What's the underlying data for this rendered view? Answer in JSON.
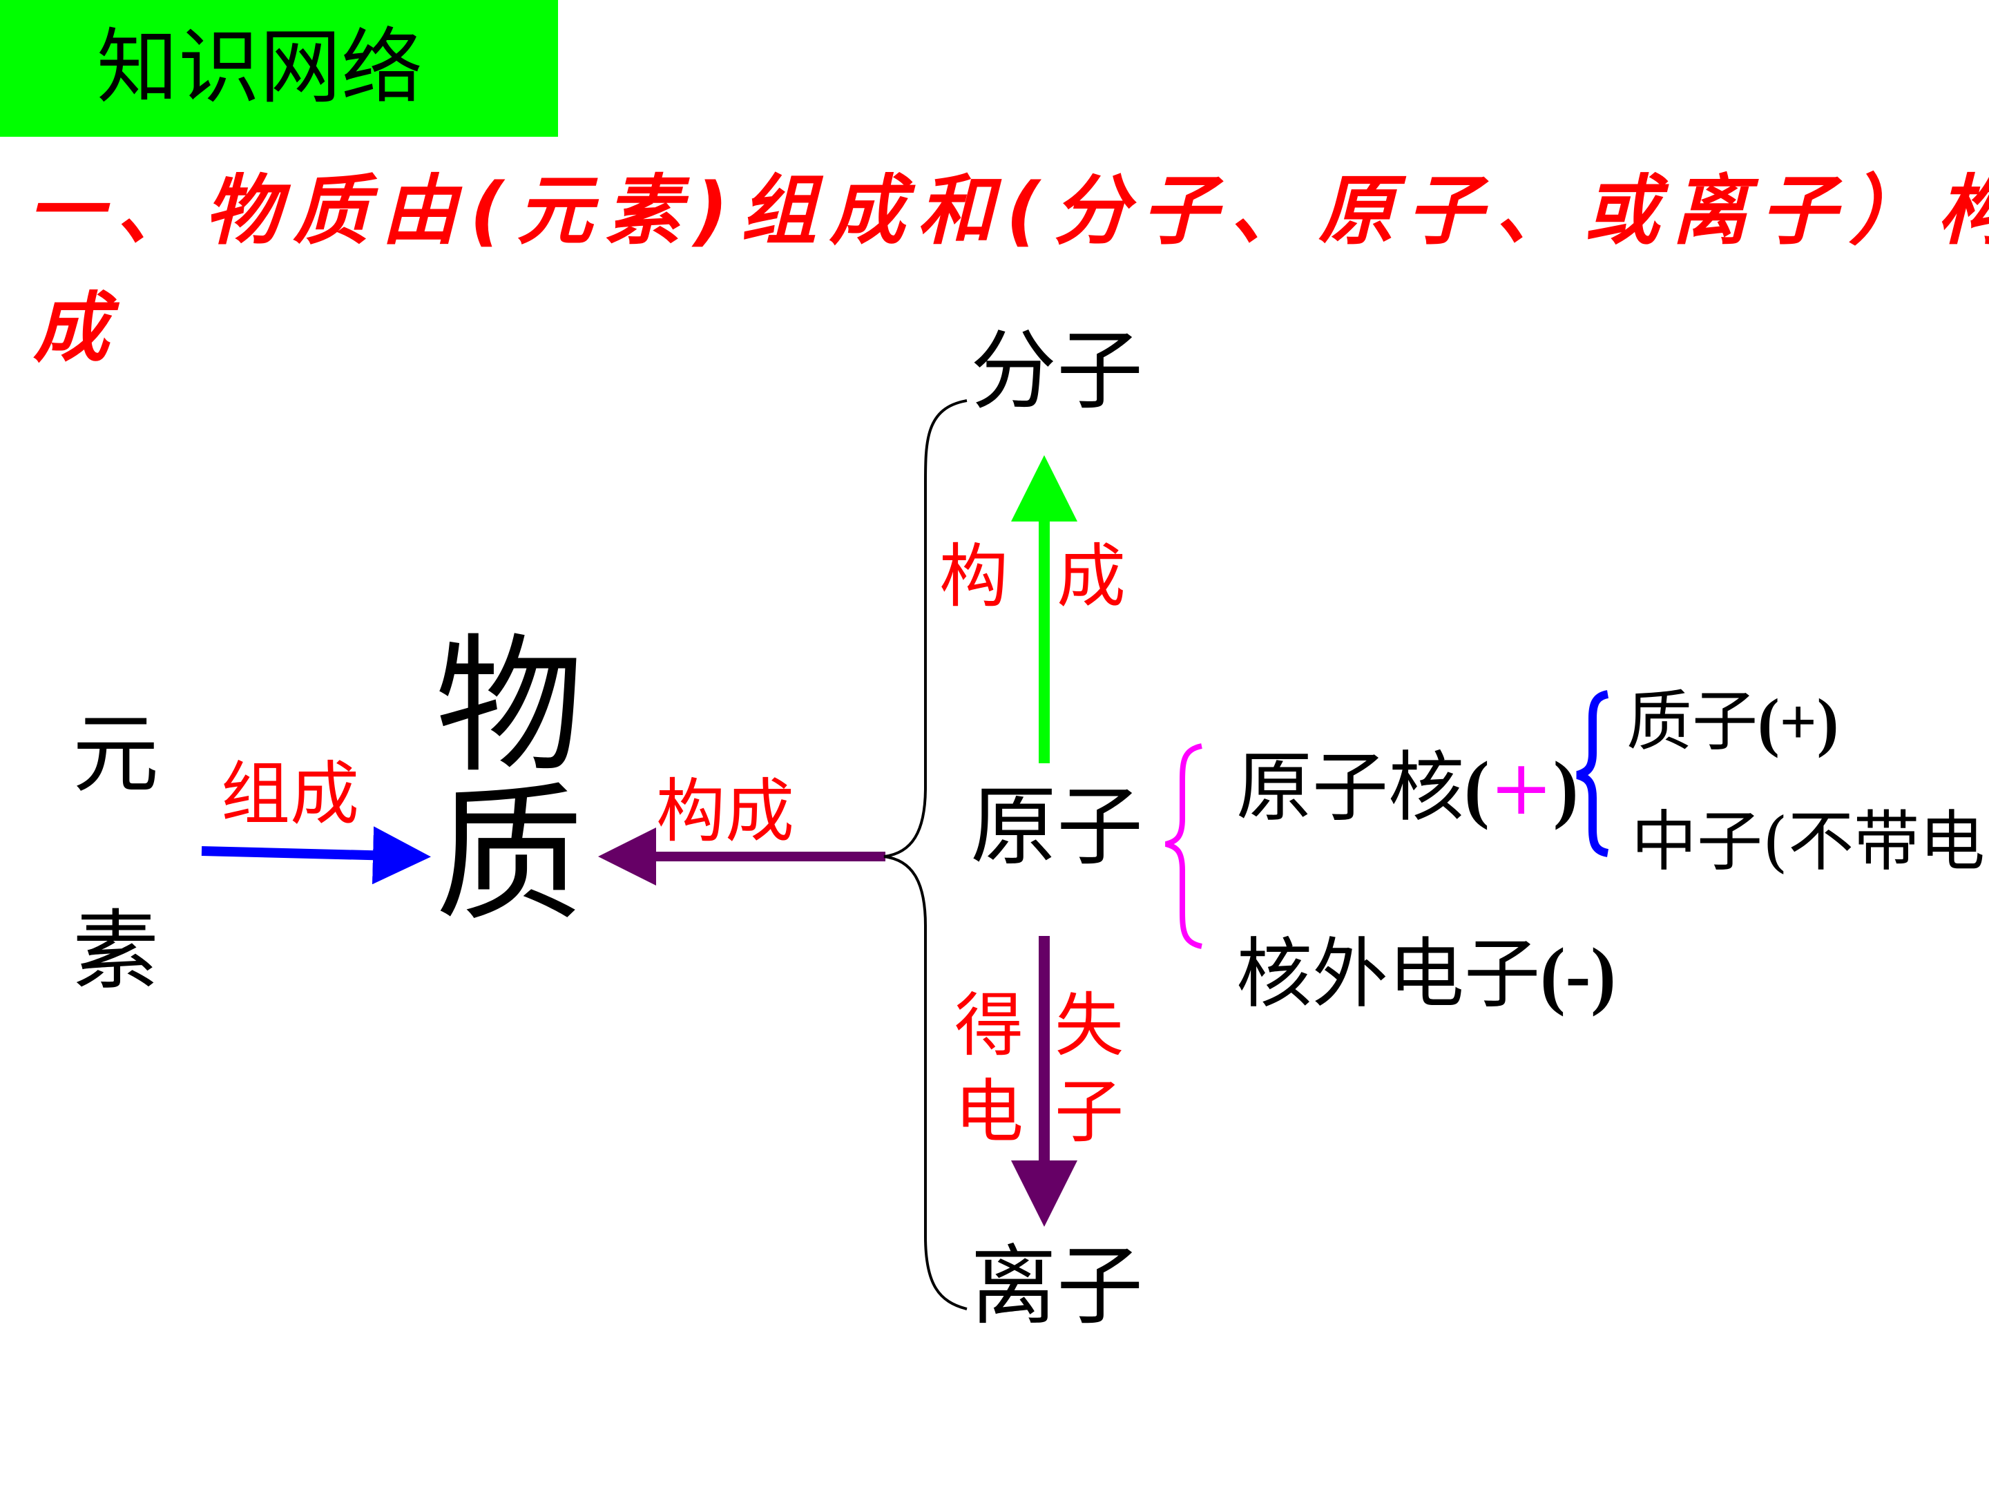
{
  "title": "知识网络",
  "heading_line1": "一、物质由(元素)组成和(分子、原子、或离子）构",
  "heading_line2": "成",
  "nodes": {
    "element_char1": "元",
    "element_char2": "素",
    "matter_char1": "物",
    "matter_char2": "质",
    "molecule": "分子",
    "atom": "原子",
    "ion": "离子",
    "nucleus": "原子核",
    "nucleus_open": "(",
    "nucleus_sign": "+",
    "nucleus_close": ")",
    "electron": "核外电子",
    "electron_charge": "(-)",
    "proton": "质子",
    "proton_charge": "(+)",
    "neutron": "中子(不带电"
  },
  "edge_labels": {
    "compose": "组成",
    "constitute_left": "构成",
    "constitute_up_1": "构",
    "constitute_up_2": "成",
    "gain_1": "得",
    "gain_2": "电",
    "lose_1": "失",
    "lose_2": "子"
  },
  "colors": {
    "title_bg": "#00ff00",
    "heading": "#ff0000",
    "arrow_compose": "#0000ff",
    "arrow_constitute": "#660066",
    "arrow_up": "#00ff00",
    "arrow_down": "#660066",
    "brace_atom": "#ff00ff",
    "brace_nucleus": "#0000ff"
  }
}
